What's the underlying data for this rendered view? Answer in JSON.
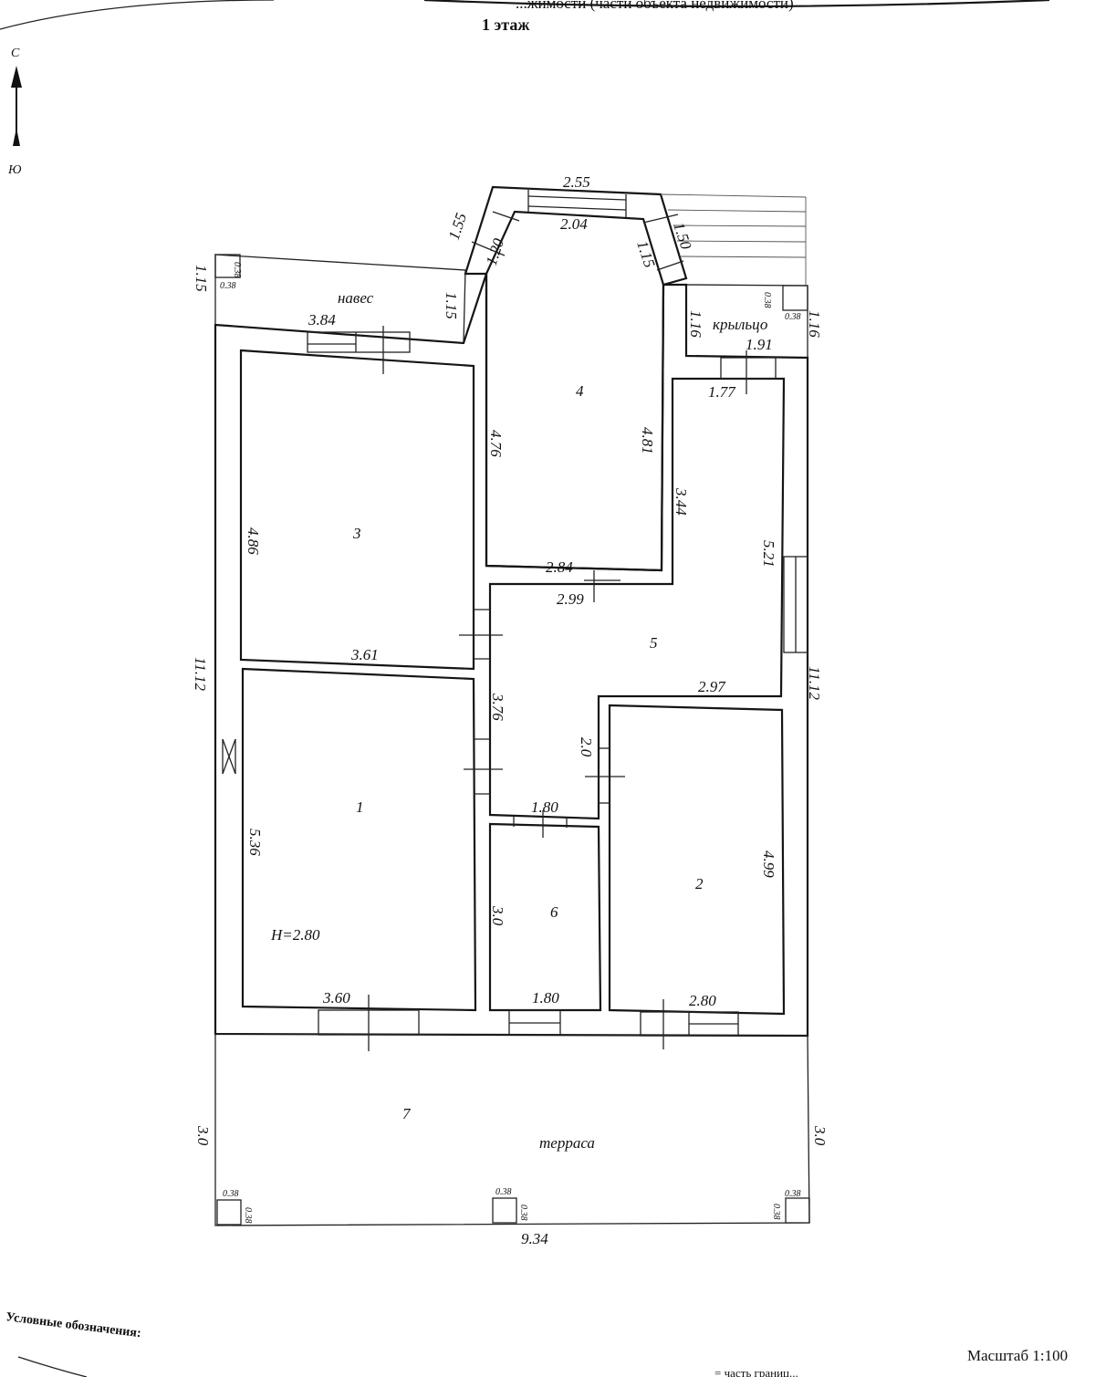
{
  "header": {
    "top_caption": "...жимости (части объекта недвижимости)",
    "floor_title": "1 этаж"
  },
  "compass": {
    "north": "С",
    "south": "Ю"
  },
  "rooms": {
    "r1": "1",
    "r2": "2",
    "r3": "3",
    "r4": "4",
    "r5": "5",
    "r6": "6",
    "r7": "7"
  },
  "labels": {
    "canopy": "навес",
    "porch": "крыльцо",
    "terrace": "терраса",
    "height": "Н=2.80"
  },
  "dims": {
    "bay_outer_top": "2.55",
    "bay_inner_top": "2.04",
    "bay_left_outer": "1.55",
    "bay_left_inner": "1.20",
    "bay_right_outer": "1.50",
    "bay_right_inner": "1.15",
    "canopy_left": "1.15",
    "canopy_right": "1.15",
    "canopy_width": "3.84",
    "porch_left": "1.16",
    "porch_right": "1.16",
    "porch_width": "1.91",
    "r5_top": "1.77",
    "r4_left": "4.76",
    "r4_right": "4.81",
    "r4_bottom": "2.84",
    "r5_mid": "2.99",
    "r5_right_upper": "3.44",
    "r5_right": "5.21",
    "r3_left": "4.86",
    "r3_bottom": "3.61",
    "left_total": "11.12",
    "right_total": "11.12",
    "r5_lower": "2.97",
    "r5_corr": "3.76",
    "r2_door": "2.0",
    "r6_top": "1.80",
    "r1_left": "5.36",
    "r2_right": "4.99",
    "r6_left": "3.0",
    "r1_bottom": "3.60",
    "r6_bottom": "1.80",
    "r2_bottom": "2.80",
    "terrace_left": "3.0",
    "terrace_right": "3.0",
    "terrace_width": "9.34",
    "pillar": "0.38"
  },
  "footer": {
    "legend_title": "Условные обозначения:",
    "scale": "Масштаб 1:100",
    "bottom_text": "= часть границ..."
  }
}
